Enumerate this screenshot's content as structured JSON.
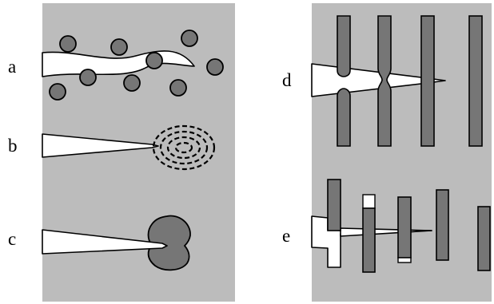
{
  "figure": {
    "panels": [
      {
        "id": "a",
        "label": "a"
      },
      {
        "id": "b",
        "label": "b"
      },
      {
        "id": "c",
        "label": "c"
      },
      {
        "id": "d",
        "label": "d"
      },
      {
        "id": "e",
        "label": "e"
      }
    ]
  },
  "colors": {
    "background_panel": "#bcbcbc",
    "particle_fill": "#767676",
    "crack_fill": "#ffffff",
    "outline": "#000000"
  }
}
